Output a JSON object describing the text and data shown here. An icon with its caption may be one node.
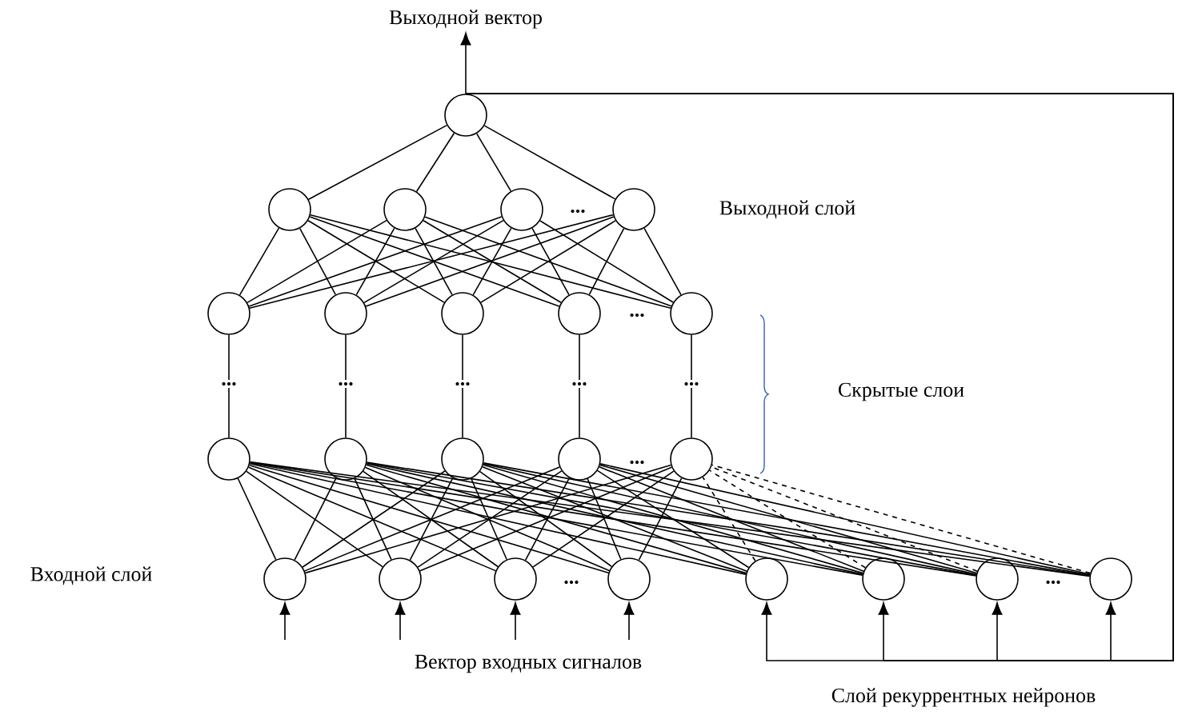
{
  "diagram": {
    "nodes": [
      {
        "text": [],
        "shape": "circle"
      },
      {
        "text": [],
        "shape": "circle"
      },
      {
        "text": [],
        "shape": "circle"
      },
      {
        "text": [],
        "shape": "circle"
      },
      {
        "text": [],
        "shape": "circle"
      },
      {
        "text": [],
        "shape": "circle"
      },
      {
        "text": [],
        "shape": "circle"
      },
      {
        "text": [],
        "shape": "circle"
      },
      {
        "text": [],
        "shape": "circle"
      },
      {
        "text": [],
        "shape": "circle"
      },
      {
        "text": [
          "..."
        ]
      },
      {
        "text": [
          "..."
        ]
      },
      {
        "text": [
          "..."
        ]
      },
      {
        "text": [
          "..."
        ]
      },
      {
        "text": [
          "..."
        ]
      },
      {
        "text": [],
        "shape": "circle"
      },
      {
        "text": [],
        "shape": "circle"
      },
      {
        "text": [],
        "shape": "circle"
      },
      {
        "text": [],
        "shape": "circle"
      },
      {
        "text": [],
        "shape": "circle"
      },
      {
        "text": [],
        "shape": "circle"
      },
      {
        "text": [],
        "shape": "circle"
      },
      {
        "text": [],
        "shape": "circle"
      },
      {
        "text": [],
        "shape": "circle"
      },
      {
        "text": [],
        "shape": "circle"
      },
      {
        "text": [],
        "shape": "circle"
      },
      {
        "text": [],
        "shape": "circle"
      },
      {
        "text": [],
        "shape": "circle"
      },
      {
        "text": [
          "Выходной вектор"
        ]
      }
    ],
    "edges": [
      {
        "from": 0,
        "to": 28,
        "arrow": "to"
      },
      {
        "from": 1,
        "to": 0,
        "arrow": "none"
      },
      {
        "from": 2,
        "to": 0,
        "arrow": "none"
      },
      {
        "from": 3,
        "to": 0,
        "arrow": "none"
      },
      {
        "from": 4,
        "to": 0,
        "arrow": "none"
      },
      {
        "from": 5,
        "to": 1,
        "arrow": "none"
      },
      {
        "from": 5,
        "to": 2,
        "arrow": "none"
      },
      {
        "from": 5,
        "to": 3,
        "arrow": "none"
      },
      {
        "from": 5,
        "to": 4,
        "arrow": "none"
      },
      {
        "from": 6,
        "to": 1,
        "arrow": "none"
      },
      {
        "from": 6,
        "to": 2,
        "arrow": "none"
      },
      {
        "from": 6,
        "to": 3,
        "arrow": "none"
      },
      {
        "from": 6,
        "to": 4,
        "arrow": "none"
      },
      {
        "from": 7,
        "to": 1,
        "arrow": "none"
      },
      {
        "from": 7,
        "to": 2,
        "arrow": "none"
      },
      {
        "from": 7,
        "to": 3,
        "arrow": "none"
      },
      {
        "from": 7,
        "to": 4,
        "arrow": "none"
      },
      {
        "from": 8,
        "to": 1,
        "arrow": "none"
      },
      {
        "from": 8,
        "to": 2,
        "arrow": "none"
      },
      {
        "from": 8,
        "to": 3,
        "arrow": "none"
      },
      {
        "from": 8,
        "to": 4,
        "arrow": "none"
      },
      {
        "from": 9,
        "to": 1,
        "arrow": "none"
      },
      {
        "from": 9,
        "to": 2,
        "arrow": "none"
      },
      {
        "from": 9,
        "to": 3,
        "arrow": "none"
      },
      {
        "from": 9,
        "to": 4,
        "arrow": "none"
      },
      {
        "from": 10,
        "to": 5,
        "arrow": "none"
      },
      {
        "from": 11,
        "to": 6,
        "arrow": "none"
      },
      {
        "from": 12,
        "to": 7,
        "arrow": "none"
      },
      {
        "from": 13,
        "to": 8,
        "arrow": "none"
      },
      {
        "from": 14,
        "to": 9,
        "arrow": "none"
      },
      {
        "from": 15,
        "to": 10,
        "arrow": "none"
      },
      {
        "from": 16,
        "to": 11,
        "arrow": "none"
      },
      {
        "from": 17,
        "to": 12,
        "arrow": "none"
      },
      {
        "from": 18,
        "to": 13,
        "arrow": "none"
      },
      {
        "from": 19,
        "to": 14,
        "arrow": "none"
      },
      {
        "from": 20,
        "to": 15,
        "arrow": "none"
      },
      {
        "from": 20,
        "to": 16,
        "arrow": "none"
      },
      {
        "from": 20,
        "to": 17,
        "arrow": "none"
      },
      {
        "from": 20,
        "to": 18,
        "arrow": "none"
      },
      {
        "from": 20,
        "to": 19,
        "arrow": "none"
      },
      {
        "from": 21,
        "to": 15,
        "arrow": "none"
      },
      {
        "from": 21,
        "to": 16,
        "arrow": "none"
      },
      {
        "from": 21,
        "to": 17,
        "arrow": "none"
      },
      {
        "from": 21,
        "to": 18,
        "arrow": "none"
      },
      {
        "from": 21,
        "to": 19,
        "arrow": "none"
      },
      {
        "from": 22,
        "to": 15,
        "arrow": "none"
      },
      {
        "from": 22,
        "to": 16,
        "arrow": "none"
      },
      {
        "from": 22,
        "to": 17,
        "arrow": "none"
      },
      {
        "from": 22,
        "to": 18,
        "arrow": "none"
      },
      {
        "from": 22,
        "to": 19,
        "arrow": "none"
      },
      {
        "from": 23,
        "to": 15,
        "arrow": "none"
      },
      {
        "from": 23,
        "to": 16,
        "arrow": "none"
      },
      {
        "from": 23,
        "to": 17,
        "arrow": "none"
      },
      {
        "from": 23,
        "to": 18,
        "arrow": "none"
      },
      {
        "from": 23,
        "to": 19,
        "arrow": "none"
      },
      {
        "from": 24,
        "to": 15,
        "arrow": "none"
      },
      {
        "from": 24,
        "to": 16,
        "arrow": "none"
      },
      {
        "from": 24,
        "to": 17,
        "arrow": "none"
      },
      {
        "from": 24,
        "to": 18,
        "arrow": "none"
      },
      {
        "from": 24,
        "to": 19,
        "arrow": "none",
        "style": "dashed"
      },
      {
        "from": 25,
        "to": 15,
        "arrow": "none"
      },
      {
        "from": 25,
        "to": 16,
        "arrow": "none"
      },
      {
        "from": 25,
        "to": 17,
        "arrow": "none"
      },
      {
        "from": 25,
        "to": 18,
        "arrow": "none"
      },
      {
        "from": 25,
        "to": 19,
        "arrow": "none",
        "style": "dashed"
      },
      {
        "from": 26,
        "to": 15,
        "arrow": "none"
      },
      {
        "from": 26,
        "to": 16,
        "arrow": "none"
      },
      {
        "from": 26,
        "to": 17,
        "arrow": "none"
      },
      {
        "from": 26,
        "to": 18,
        "arrow": "none"
      },
      {
        "from": 26,
        "to": 19,
        "arrow": "none",
        "style": "dashed"
      },
      {
        "from": 27,
        "to": 15,
        "arrow": "none"
      },
      {
        "from": 27,
        "to": 16,
        "arrow": "none"
      },
      {
        "from": 27,
        "to": 17,
        "arrow": "none"
      },
      {
        "from": 27,
        "to": 18,
        "arrow": "none"
      },
      {
        "from": 27,
        "to": 19,
        "arrow": "none",
        "style": "dashed"
      },
      {
        "from": null,
        "to": 20,
        "arrow": "to"
      },
      {
        "from": null,
        "to": 21,
        "arrow": "to"
      },
      {
        "from": null,
        "to": 22,
        "arrow": "to"
      },
      {
        "from": null,
        "to": 23,
        "arrow": "to"
      },
      {
        "from": 0,
        "to": 24,
        "arrow": "to"
      },
      {
        "from": 0,
        "to": 25,
        "arrow": "to"
      },
      {
        "from": 0,
        "to": 26,
        "arrow": "to"
      },
      {
        "from": 0,
        "to": 27,
        "arrow": "to"
      }
    ],
    "labels": [
      "...",
      "Выходной слой",
      "...",
      "Скрытые слои",
      "...",
      "Входной слой",
      "...",
      "...",
      "Вектор входных сигналов",
      "Слой рекуррентных нейронов"
    ]
  }
}
